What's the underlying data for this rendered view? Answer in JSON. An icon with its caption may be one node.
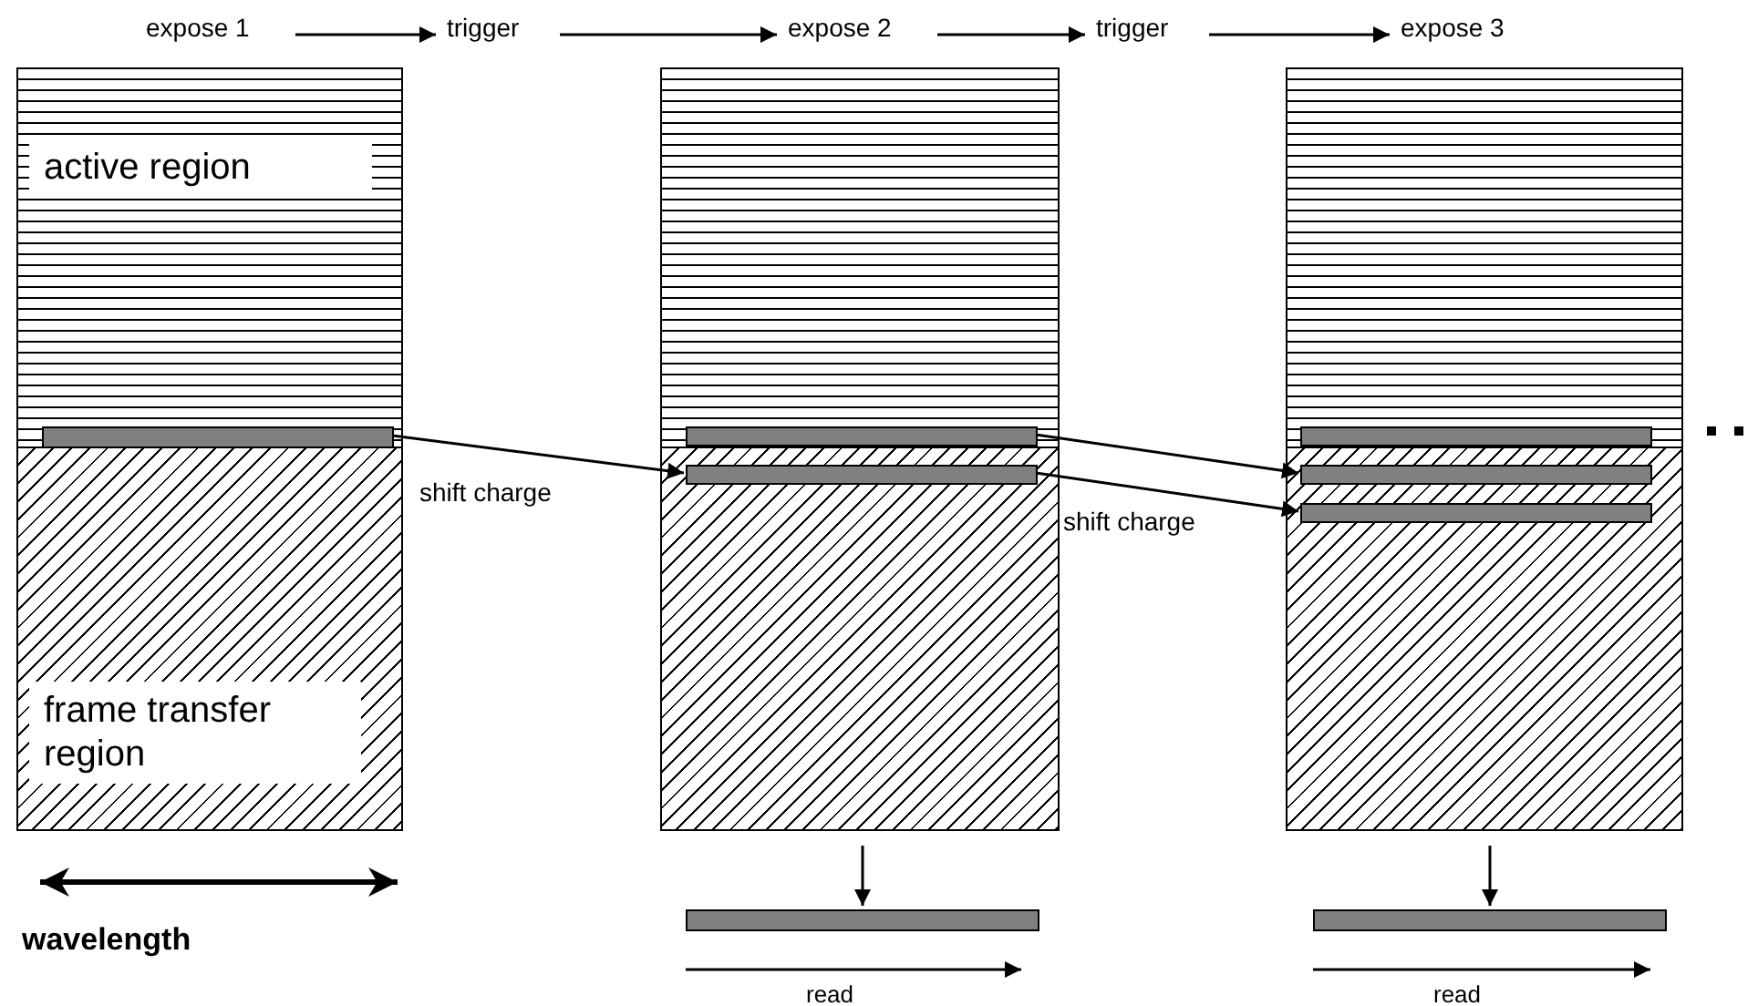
{
  "diagram": {
    "nodes": [
      {
        "text": [
          "expose 1"
        ]
      },
      {
        "text": [
          "trigger"
        ]
      },
      {
        "text": [
          "expose 2"
        ]
      },
      {
        "text": [
          "trigger"
        ]
      },
      {
        "text": [
          "expose 3"
        ]
      },
      {
        "text": [
          "active region"
        ]
      },
      {
        "text": [
          "frame transfer region"
        ]
      },
      {
        "text": [],
        "shape": "bar",
        "in": 5
      },
      {
        "text": [],
        "shape": "box"
      },
      {
        "text": [],
        "shape": "box"
      },
      {
        "text": [],
        "shape": "bar",
        "in": 8
      },
      {
        "text": [],
        "shape": "bar",
        "in": 9
      },
      {
        "text": [],
        "shape": "box"
      },
      {
        "text": [],
        "shape": "box"
      },
      {
        "text": [],
        "shape": "bar",
        "in": 12
      },
      {
        "text": [],
        "shape": "bar",
        "in": 13
      },
      {
        "text": [],
        "shape": "bar",
        "in": 13
      },
      {
        "text": [],
        "shape": "bar"
      },
      {
        "text": [],
        "shape": "bar"
      }
    ],
    "edges": [
      {
        "from": 0,
        "to": 1,
        "arrow": "to"
      },
      {
        "from": 1,
        "to": 2,
        "arrow": "to"
      },
      {
        "from": 2,
        "to": 3,
        "arrow": "to"
      },
      {
        "from": 3,
        "to": 4,
        "arrow": "to"
      },
      {
        "from": 7,
        "to": 11,
        "arrow": "to",
        "label": "shift charge"
      },
      {
        "from": 10,
        "to": 15,
        "arrow": "to"
      },
      {
        "from": 11,
        "to": 16,
        "arrow": "to",
        "label": "shift charge"
      },
      {
        "from": 9,
        "to": 17,
        "arrow": "to"
      },
      {
        "from": 13,
        "to": 18,
        "arrow": "to"
      }
    ],
    "labels": [
      "wavelength",
      "read",
      "read"
    ]
  }
}
